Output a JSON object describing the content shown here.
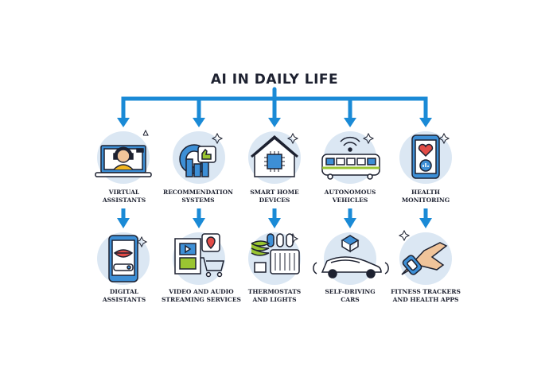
{
  "title": "AI IN DAILY LIFE",
  "colors": {
    "arrow": "#1a8ad6",
    "circle": "#dbe7f3",
    "stroke": "#1d2130",
    "accent": "#3d8fd6",
    "green": "#9ac531",
    "red": "#e24c47"
  },
  "categories": [
    {
      "label": "VIRTUAL\nASSISTANTS",
      "icon": "headset-assistant-icon",
      "child": {
        "label": "DIGITAL\nASSISTANTS",
        "icon": "phone-mouth-icon"
      }
    },
    {
      "label": "RECOMMENDATION\nSYSTEMS",
      "icon": "thumbs-up-gear-icon",
      "child": {
        "label": "VIDEO AND AUDIO\nSTREAMING SERVICES",
        "icon": "film-cart-icon"
      }
    },
    {
      "label": "SMART HOME\nDEVICES",
      "icon": "smart-house-chip-icon",
      "child": {
        "label": "THERMOSTATS\nAND LIGHTS",
        "icon": "bulb-heater-icon"
      }
    },
    {
      "label": "AUTONOMOUS\nVEHICLES",
      "icon": "train-wifi-icon",
      "child": {
        "label": "SELF-DRIVING\nCARS",
        "icon": "car-drone-icon"
      }
    },
    {
      "label": "HEALTH\nMONITORING",
      "icon": "phone-heart-icon",
      "child": {
        "label": "FITNESS TRACKERS\nAND HEALTH APPS",
        "icon": "wrist-tracker-icon"
      }
    }
  ]
}
